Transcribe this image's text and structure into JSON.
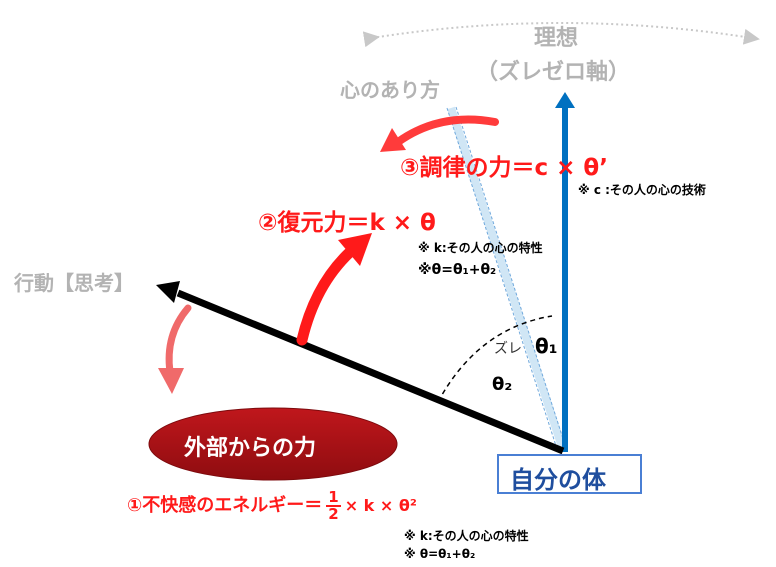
{
  "labels": {
    "ideal": "理想",
    "ideal_sub": "（ズレゼロ軸）",
    "mind": "心のあり方",
    "action": "行動【思考】",
    "external_force": "外部からの力",
    "body": "自分の体",
    "zure": "ズレ",
    "theta1": "θ₁",
    "theta2": "θ₂"
  },
  "forces": {
    "regulation": "③調律の力＝c × θ’",
    "restoring": "②復元力＝k × θ",
    "discomfort_prefix": "①不快感のエネルギー＝",
    "discomfort_num": "1",
    "discomfort_den": "2",
    "discomfort_suffix": "× k × θ²"
  },
  "notes": {
    "c_def": "※ c :その人の心の技術",
    "k_def_1": "※ k:その人の心の特性",
    "theta_def_1": "※θ=θ₁+θ₂",
    "k_def_2": "※ k:その人の心の特性",
    "theta_def_2": "※ θ=θ₁+θ₂"
  },
  "colors": {
    "axis_blue": "#0070c0",
    "force_red": "#ff1a1a",
    "gray_text": "#b3b3b3",
    "ellipse_fill": "#a30f14",
    "box_border": "#4a7fd4"
  }
}
